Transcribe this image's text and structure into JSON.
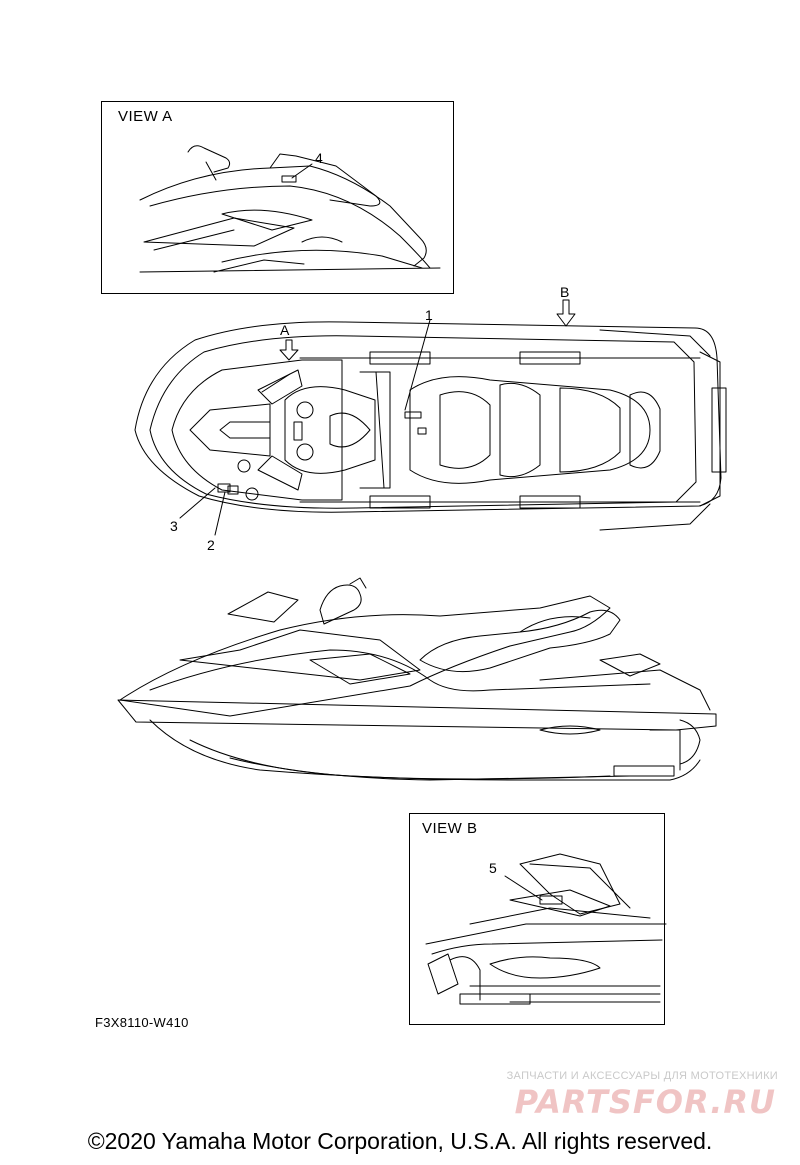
{
  "view_a": {
    "title": "VIEW A",
    "callout": "4"
  },
  "view_b": {
    "title": "VIEW B",
    "callout": "5"
  },
  "top_view": {
    "arrow_a": "A",
    "arrow_b": "B",
    "callouts": [
      "1",
      "2",
      "3"
    ]
  },
  "part_code": "F3X8110-W410",
  "watermark": {
    "tagline": "ЗАПЧАСТИ И АКСЕССУАРЫ ДЛЯ МОТОТЕХНИКИ",
    "logo": "PARTSFOR.RU"
  },
  "copyright": "©2020 Yamaha Motor Corporation, U.S.A. All rights reserved."
}
